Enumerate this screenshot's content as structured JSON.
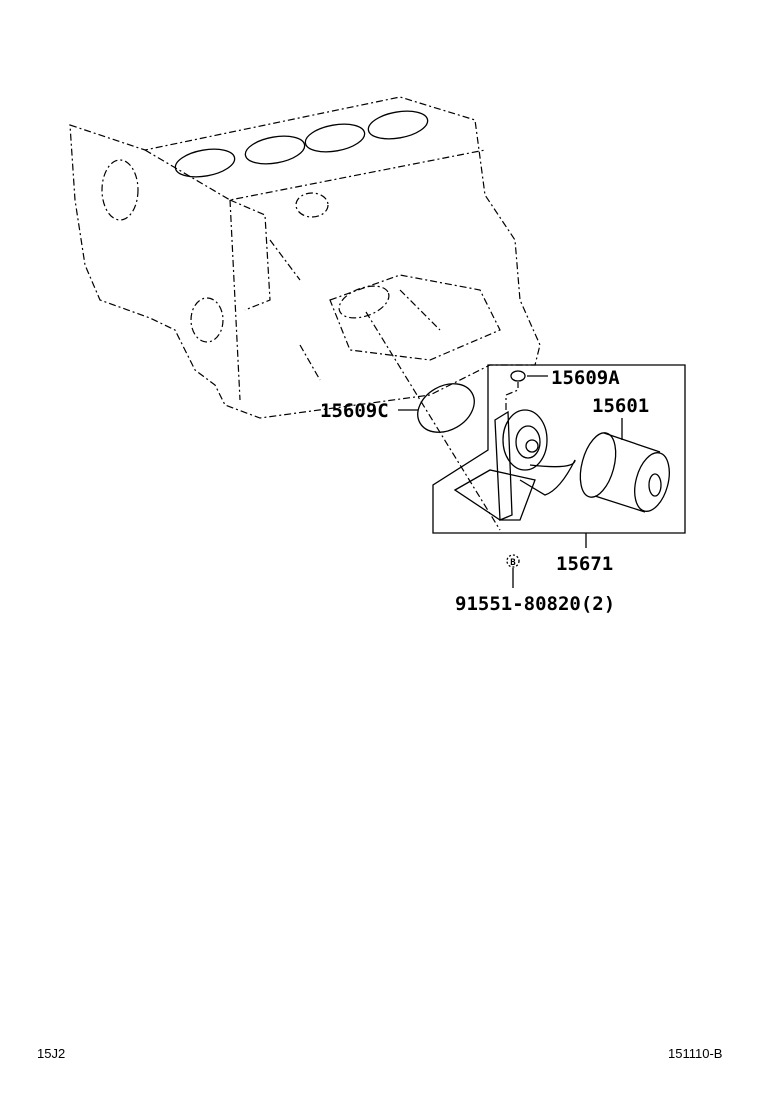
{
  "parts": {
    "p15609A": "15609A",
    "p15601": "15601",
    "p15609C": "15609C",
    "p15671": "15671",
    "p91551": "91551-80820(2)",
    "bolt_marker": "B"
  },
  "footer": {
    "left_code": "15J2",
    "right_code": "151110-B"
  }
}
